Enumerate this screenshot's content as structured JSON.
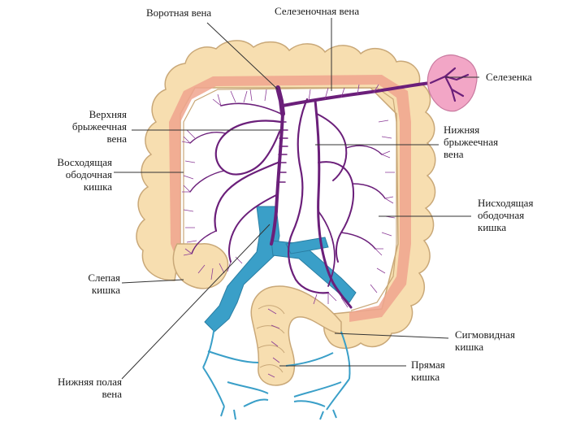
{
  "diagram": {
    "labels": {
      "portal_vein": [
        "Воротная вена"
      ],
      "splenic_vein": [
        "Селезеночная вена"
      ],
      "spleen": [
        "Селезенка"
      ],
      "superior_mesenteric_vein": [
        "Верхняя",
        "брыжеечная",
        "вена"
      ],
      "inferior_mesenteric_vein": [
        "Нижняя",
        "брыжеечная",
        "вена"
      ],
      "ascending_colon": [
        "Восходящая",
        "ободочная",
        "кишка"
      ],
      "descending_colon": [
        "Нисходящая",
        "ободочная",
        "кишка"
      ],
      "cecum": [
        "Слепая",
        "кишка"
      ],
      "sigmoid_colon": [
        "Сигмовидная",
        "кишка"
      ],
      "rectum": [
        "Прямая",
        "кишка"
      ],
      "inferior_vena_cava": [
        "Нижняя полая",
        "вена"
      ]
    },
    "colors": {
      "colon_fill": "#f7deb0",
      "colon_outline": "#c9a878",
      "mucosa_band": "#f0a58e",
      "portal_system": "#6b1f7a",
      "systemic_veins": "#3a9fc8",
      "spleen": "#f2a6c6",
      "leader_line": "#333333"
    }
  }
}
